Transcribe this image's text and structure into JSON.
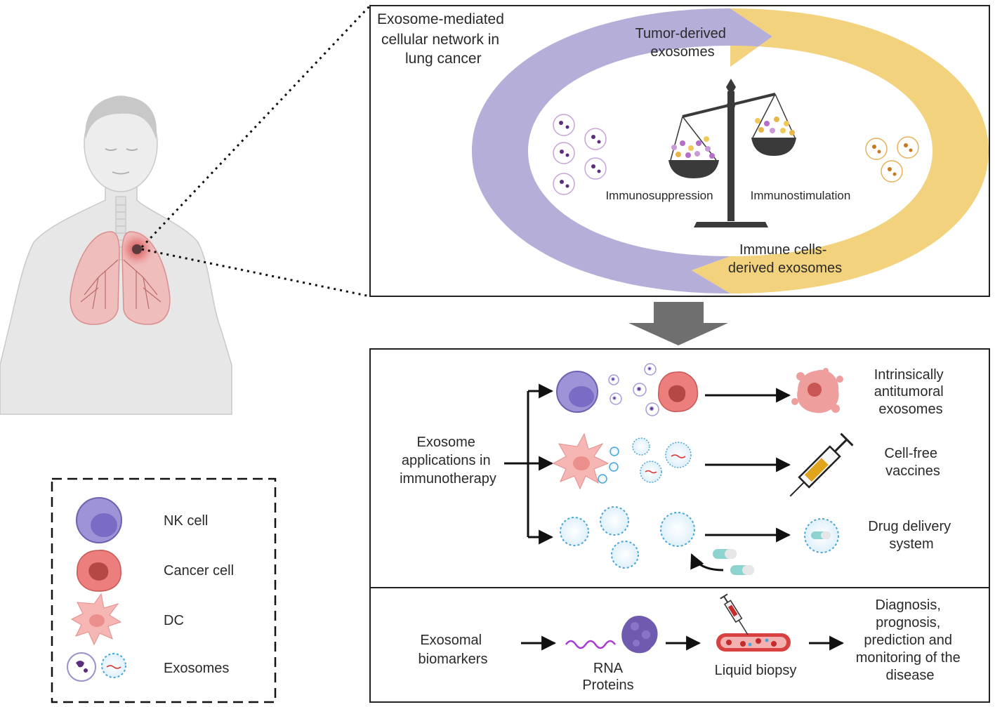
{
  "top_panel": {
    "title_lines": [
      "Exosome-mediated",
      "cellular network in",
      "lung cancer"
    ],
    "tumor_label_lines": [
      "Tumor-derived",
      "exosomes"
    ],
    "immune_label_lines": [
      "Immune cells-",
      "derived exosomes"
    ],
    "left_pan_label": "Immunosuppression",
    "right_pan_label": "Immunostimulation"
  },
  "applications": {
    "heading_lines": [
      "Exosome",
      "applications in",
      "immunotherapy"
    ],
    "rows": [
      {
        "outcome_lines": [
          "Intrinsically",
          "antitumoral",
          "exosomes"
        ]
      },
      {
        "outcome_lines": [
          "Cell-free",
          "vaccines"
        ]
      },
      {
        "outcome_lines": [
          "Drug delivery",
          "system"
        ]
      }
    ]
  },
  "biomarkers": {
    "heading_lines": [
      "Exosomal",
      "biomarkers"
    ],
    "rna_label": "RNA",
    "proteins_label": "Proteins",
    "biopsy_label": "Liquid biopsy",
    "outcome_lines": [
      "Diagnosis,",
      "prognosis,",
      "prediction and",
      "monitoring of the",
      "disease"
    ]
  },
  "legend": {
    "items": [
      {
        "label": "NK cell",
        "icon": "nk-cell-icon"
      },
      {
        "label": "Cancer cell",
        "icon": "cancer-cell-icon"
      },
      {
        "label": "DC",
        "icon": "dendritic-cell-icon"
      },
      {
        "label": "Exosomes",
        "icon": "exosome-icon"
      }
    ]
  },
  "colors": {
    "tumor_band": "#b4aed8",
    "immune_band": "#f3d27e",
    "nk_cell": "#9f93d8",
    "cancer_cell": "#ec7f7d",
    "dc": "#f6b6b4",
    "exosome_blue": "#49a6d6",
    "big_arrow": "#6f6f6f"
  }
}
